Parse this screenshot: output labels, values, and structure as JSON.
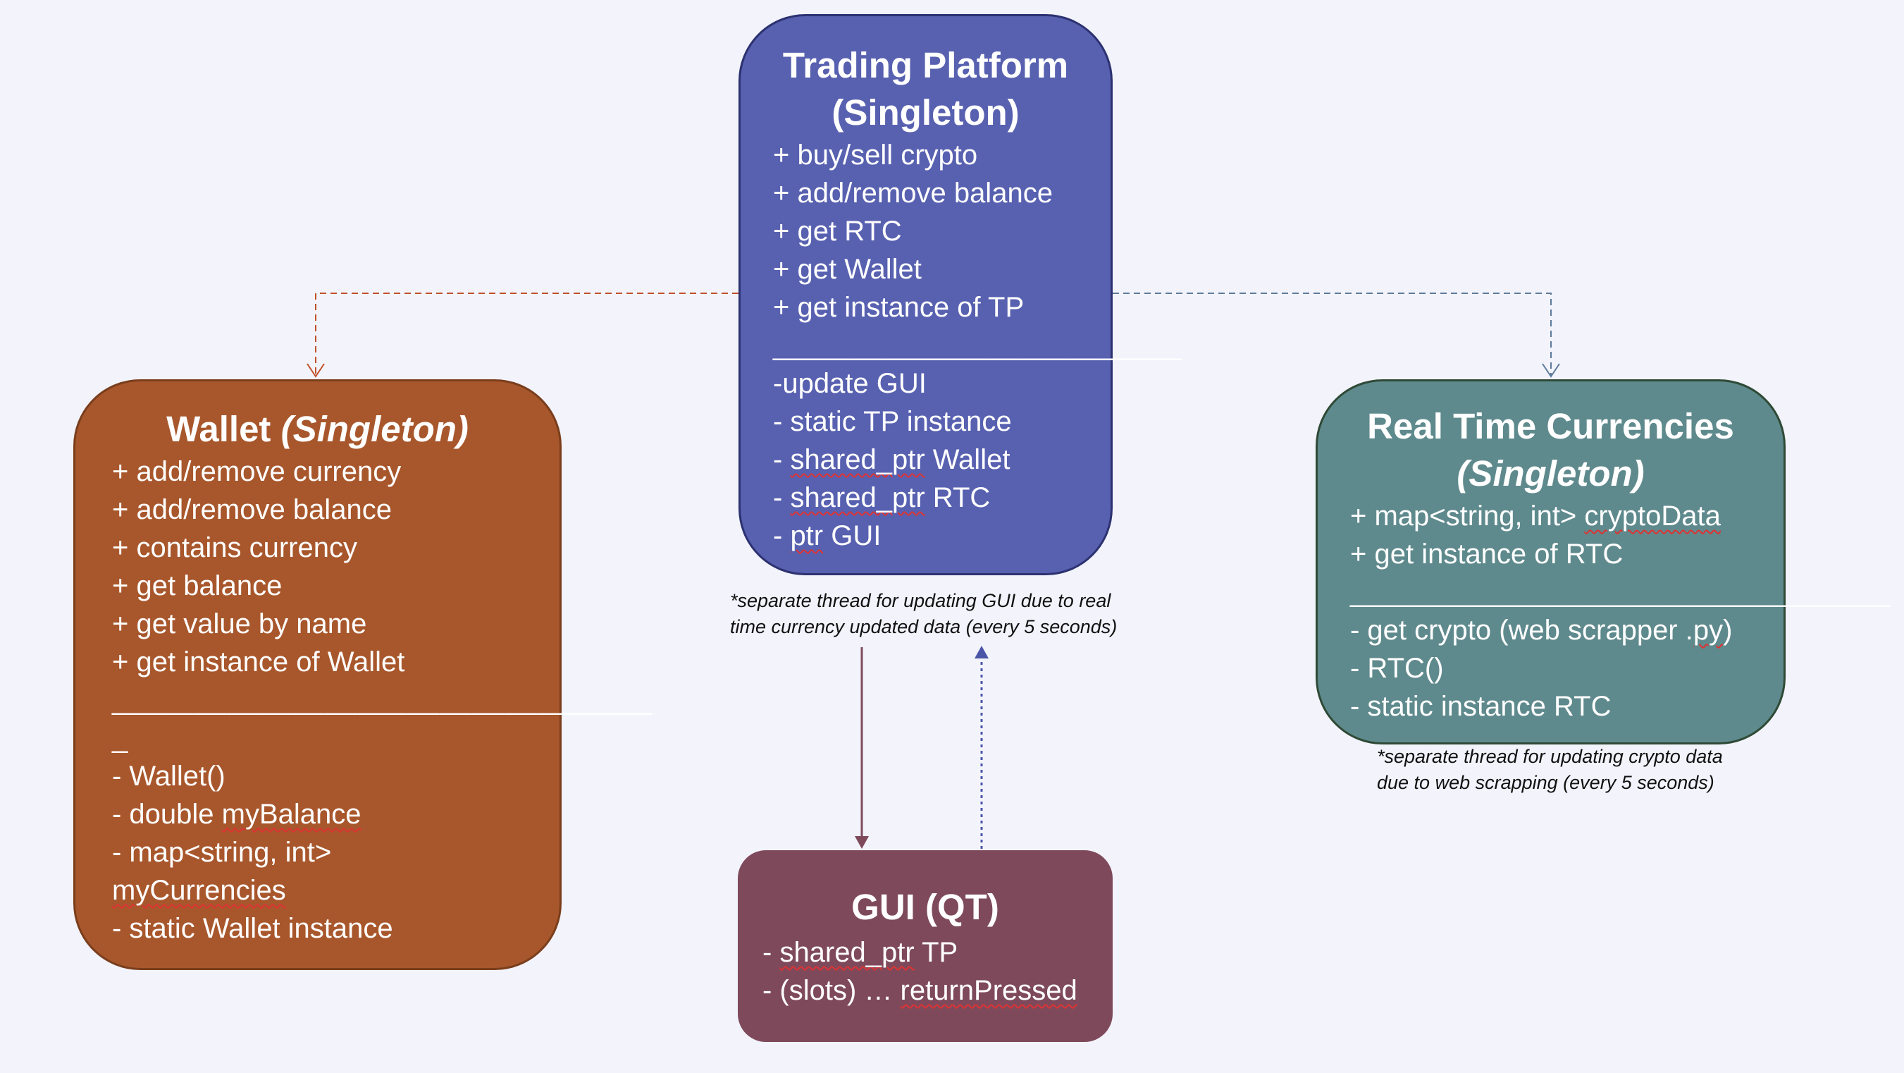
{
  "colors": {
    "background": "#f3f3fc",
    "trading_platform": "#5861b0",
    "wallet": "#a8572c",
    "rtc": "#5f8a8d",
    "gui": "#7e4a5b",
    "arrow_wallet": "#c0502a",
    "arrow_rtc": "#5c7a9a",
    "arrow_tp_to_gui": "#7e4a5b",
    "arrow_gui_to_tp": "#4a55a8"
  },
  "trading_platform": {
    "title_line1": "Trading Platform",
    "title_line2": "(Singleton)",
    "public": [
      "+ buy/sell crypto",
      "+ add/remove balance",
      "+ get RTC",
      "+ get Wallet",
      "+ get instance of TP"
    ],
    "separator": "_________________________",
    "private": [
      {
        "pre": "-update GUI",
        "u": "",
        "post": ""
      },
      {
        "pre": "- static TP instance",
        "u": "",
        "post": ""
      },
      {
        "pre": "- ",
        "u": "shared_ptr",
        "post": " Wallet"
      },
      {
        "pre": "- ",
        "u": "shared_ptr",
        "post": " RTC"
      },
      {
        "pre": "- ",
        "u": "ptr",
        "post": " GUI"
      }
    ],
    "note_line1": "*separate thread for updating GUI due to real",
    "note_line2": "time currency updated data (every 5 seconds)"
  },
  "wallet": {
    "title_main": "Wallet ",
    "title_italic": "(Singleton)",
    "public": [
      "+ add/remove currency",
      "+ add/remove balance",
      "+ contains currency",
      "+ get balance",
      "+ get value by name",
      "+ get instance of Wallet"
    ],
    "separator": "_________________________________",
    "separator_tail": "_",
    "private": [
      {
        "pre": "- Wallet()",
        "u": "",
        "post": ""
      },
      {
        "pre": "- double ",
        "u": "myBalance",
        "post": ""
      },
      {
        "pre": "- map<string, int>",
        "u": "",
        "post": ""
      },
      {
        "pre": "",
        "u": "myCurrencies",
        "post": ""
      },
      {
        "pre": "- static Wallet instance",
        "u": "",
        "post": ""
      }
    ]
  },
  "rtc": {
    "title_line1": "Real Time Currencies",
    "title_line2": "(Singleton)",
    "public": [
      {
        "pre": "+ map<string, int> ",
        "u": "cryptoData",
        "post": ""
      },
      {
        "pre": "+ get instance of RTC",
        "u": "",
        "post": ""
      }
    ],
    "separator": "_________________________________",
    "private": [
      {
        "pre": "- get crypto (web scrapper .",
        "u": "py",
        "post": ")"
      },
      {
        "pre": "- RTC()",
        "u": "",
        "post": ""
      },
      {
        "pre": "- static instance RTC",
        "u": "",
        "post": ""
      }
    ],
    "note_line1": "*separate thread for updating crypto data",
    "note_line2": "due to web scrapping (every 5 seconds)"
  },
  "gui": {
    "title": "GUI (QT)",
    "items": [
      {
        "pre": "- ",
        "u": "shared_ptr",
        "post": " TP"
      },
      {
        "pre": "- (slots) … ",
        "u": "returnPressed",
        "post": ""
      }
    ]
  }
}
